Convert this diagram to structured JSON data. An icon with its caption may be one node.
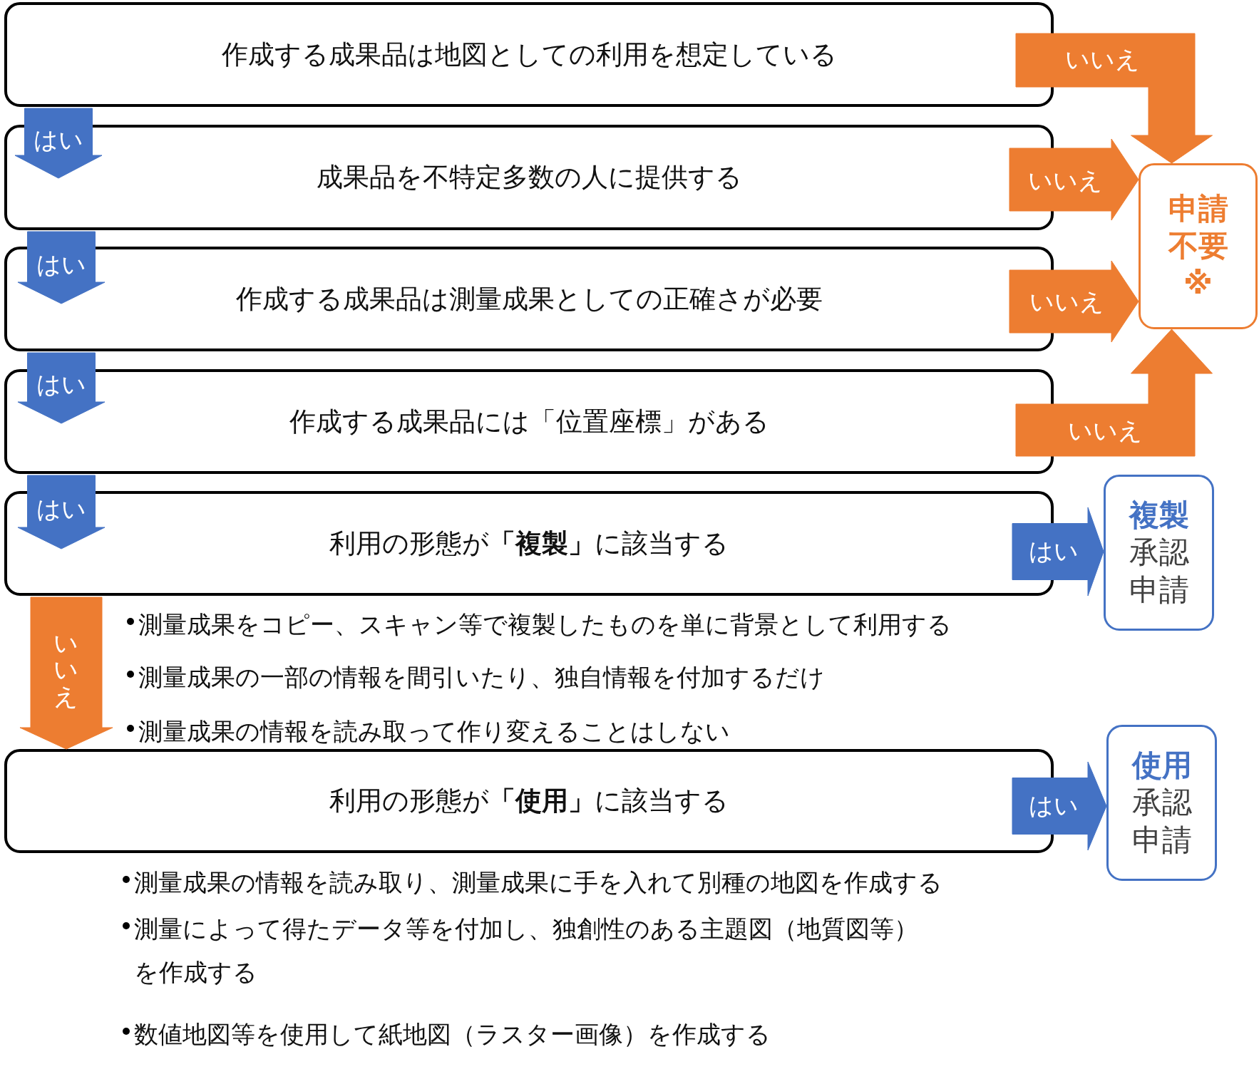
{
  "diagram": {
    "nodes": [
      {
        "text": [
          "作成する成果品は地図としての利用を想定している"
        ]
      },
      {
        "text": [
          "成果品を不特定多数の人に提供する"
        ]
      },
      {
        "text": [
          "作成する成果品は測量成果としての正確さが必要"
        ]
      },
      {
        "text": [
          "作成する成果品には「位置座標」がある"
        ]
      },
      {
        "text": [
          "利用の形態が**「複製」**に該当する"
        ]
      },
      {
        "text": [
          "利用の形態が**「使用」**に該当する"
        ]
      },
      {
        "text": [
          "申請不要",
          "※"
        ]
      },
      {
        "text": [
          "複製",
          "承認申請"
        ]
      },
      {
        "text": [
          "使用",
          "承認申請"
        ]
      }
    ],
    "edges": [
      {
        "from": 0,
        "to": 1,
        "arrow": "to",
        "label": "はい"
      },
      {
        "from": 1,
        "to": 2,
        "arrow": "to",
        "label": "はい"
      },
      {
        "from": 2,
        "to": 3,
        "arrow": "to",
        "label": "はい"
      },
      {
        "from": 3,
        "to": 4,
        "arrow": "to",
        "label": "はい"
      },
      {
        "from": 4,
        "to": 5,
        "arrow": "to",
        "label": "いいえ",
        "color": "#ed7d31"
      },
      {
        "from": 0,
        "to": 6,
        "arrow": "to",
        "label": "いいえ",
        "color": "#ed7d31"
      },
      {
        "from": 1,
        "to": 6,
        "arrow": "to",
        "label": "いいえ",
        "color": "#ed7d31"
      },
      {
        "from": 2,
        "to": 6,
        "arrow": "to",
        "label": "いいえ",
        "color": "#ed7d31"
      },
      {
        "from": 3,
        "to": 6,
        "arrow": "to",
        "label": "いいえ",
        "color": "#ed7d31"
      },
      {
        "from": 4,
        "to": 7,
        "arrow": "to",
        "label": "はい"
      },
      {
        "from": 5,
        "to": 8,
        "arrow": "to",
        "label": "はい"
      }
    ],
    "labels": [
      "測量成果をコピー、スキャン等で複製したものを単に背景として利用する",
      "測量成果の一部の情報を間引いたり、独自情報を付加するだけ",
      "測量成果の情報を読み取って作り変えることはしない",
      "測量成果の情報を読み取り、測量成果に手を入れて別種の地図を作成する",
      "測量によって得たデータ等を付加し、独創性のある主題図（地質図等）を作成する",
      "数値地図等を使用して紙地図（ラスター画像）を作成する"
    ]
  }
}
